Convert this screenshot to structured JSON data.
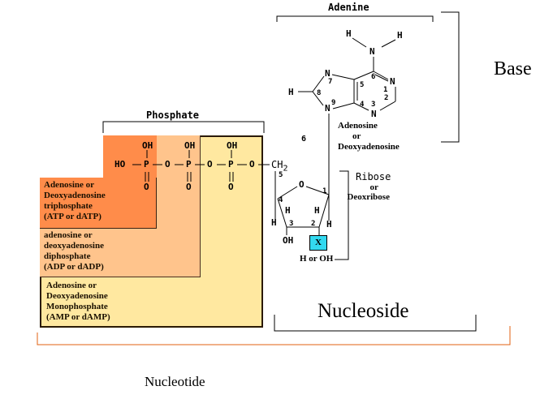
{
  "labels": {
    "adenine": "Adenine",
    "base": "Base",
    "phosphate": "Phosphate",
    "nucleoside": "Nucleoside",
    "nucleotide": "Nucleotide",
    "adenosine_line1": "Adenosine",
    "adenosine_line2": "or",
    "adenosine_line3": "Deoxyadenosine",
    "ribose_line1": "Ribose",
    "ribose_line2": "or",
    "ribose_line3": "Deoxribose",
    "x_box": "X",
    "h_or_oh": "H or OH",
    "stray_number": "6"
  },
  "boxes": {
    "triphosphate": [
      "Adenosine or",
      "Deoxyadenosine",
      "triphosphate",
      "(ATP or dATP)"
    ],
    "diphosphate": [
      "adenosine or",
      "deoxyadenosine",
      "diphosphate",
      "(ADP or dADP)"
    ],
    "monophosphate": [
      "Adenosine or",
      "Deoxyadenosine",
      "Monophosphate",
      "(AMP or dAMP)"
    ]
  },
  "colors": {
    "triphosphate_fill": "#FF8C4A",
    "diphosphate_fill": "#FFC48C",
    "monophosphate_fill": "#FFE8A0",
    "x_box_fill": "#33D9F0",
    "nucleotide_bracket": "#E06010"
  },
  "phosphate_chain": {
    "ho": "HO",
    "p": "P",
    "o": "O",
    "oh": "OH",
    "ch2": "CH2"
  },
  "adenine_atoms": {
    "n": "N",
    "h": "H",
    "ring_numbers": [
      "1",
      "2",
      "3",
      "4",
      "5",
      "6",
      "7",
      "8",
      "9"
    ]
  },
  "ribose_atoms": {
    "o": "O",
    "h": "H",
    "oh": "OH",
    "numbers": [
      "1",
      "2",
      "3",
      "4",
      "5"
    ]
  }
}
